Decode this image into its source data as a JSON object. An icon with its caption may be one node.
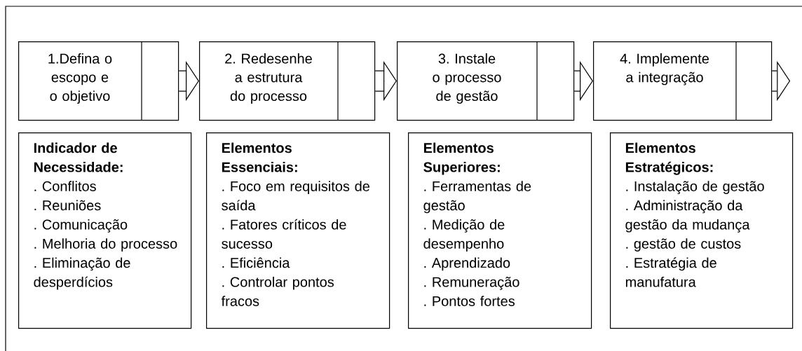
{
  "diagram": {
    "nodes": [
      {
        "text": [
          "1.Defina o escopo e o objetivo"
        ]
      },
      {
        "text": [
          "2. Redesenhe a estrutura do processo"
        ]
      },
      {
        "text": [
          "3. Instale o processo de gestão"
        ]
      },
      {
        "text": [
          "4. Implemente a integração"
        ]
      },
      {
        "text": [
          "Indicador de Necessidade:",
          ". Conflitos",
          ". Reuniões",
          ". Comunicação",
          ". Melhoria do processo",
          ". Eliminação de desperdícios"
        ]
      },
      {
        "text": [
          "Elementos Essenciais:",
          ". Foco em requisitos de saída",
          ". Fatores críticos de sucesso",
          ". Eficiência",
          ". Controlar pontos fracos"
        ]
      },
      {
        "text": [
          "Elementos Superiores:",
          ". Ferramentas de gestão",
          ". Medição de desempenho",
          ". Aprendizado",
          ". Remuneração",
          ". Pontos fortes"
        ]
      },
      {
        "text": [
          "Elementos Estratégicos:",
          ". Instalação de gestão",
          ". Administração da gestão da mudança",
          ". gestão de custos",
          ". Estratégia de manufatura"
        ]
      }
    ],
    "edges": [
      {
        "from": 0,
        "to": 1,
        "arrow": "to"
      },
      {
        "from": 1,
        "to": 2,
        "arrow": "to"
      },
      {
        "from": 2,
        "to": 3,
        "arrow": "to"
      },
      {
        "from": 3,
        "to": null,
        "arrow": "to"
      }
    ]
  }
}
